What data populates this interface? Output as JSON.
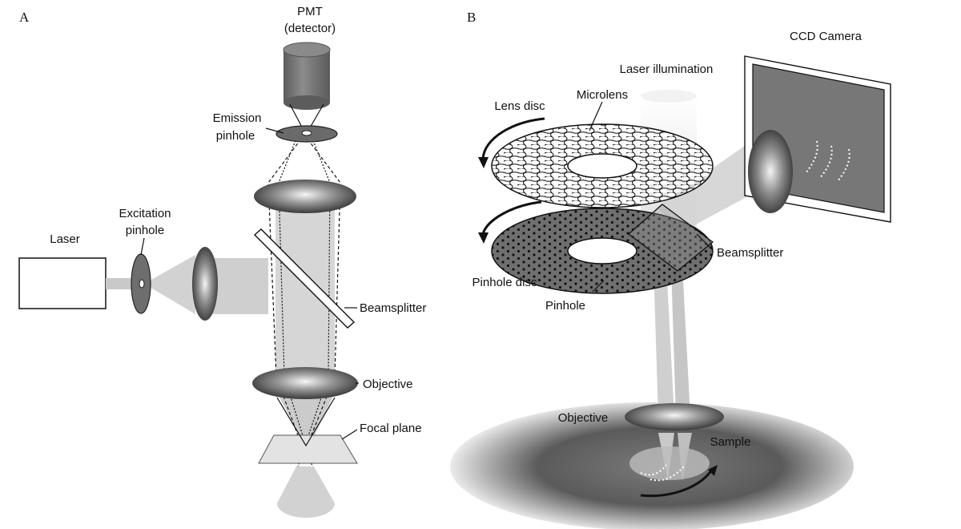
{
  "panel_a": {
    "letter": "A",
    "labels": {
      "pmt_line1": "PMT",
      "pmt_line2": "(detector)",
      "emission_line1": "Emission",
      "emission_line2": "pinhole",
      "excitation_line1": "Excitation",
      "excitation_line2": "pinhole",
      "laser": "Laser",
      "beamsplitter": "Beamsplitter",
      "objective": "Objective",
      "focal_plane": "Focal plane"
    }
  },
  "panel_b": {
    "letter": "B",
    "labels": {
      "ccd_camera": "CCD Camera",
      "laser_illumination": "Laser illumination",
      "lens_disc": "Lens disc",
      "microlens": "Microlens",
      "beamsplitter": "Beamsplitter",
      "pinhole_disc": "Pinhole disc",
      "pinhole": "Pinhole",
      "objective": "Objective",
      "sample": "Sample"
    }
  }
}
